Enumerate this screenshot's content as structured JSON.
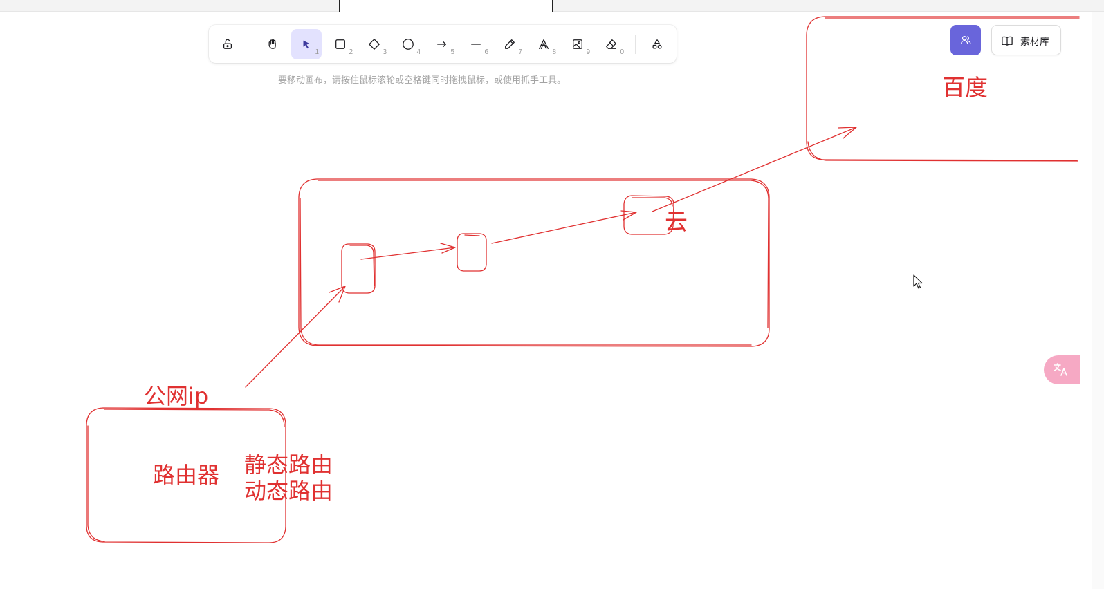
{
  "toolbar": {
    "tools": [
      {
        "name": "lock",
        "key": ""
      },
      {
        "name": "hand",
        "key": ""
      },
      {
        "name": "selection",
        "key": "1",
        "active": true
      },
      {
        "name": "rectangle",
        "key": "2"
      },
      {
        "name": "diamond",
        "key": "3"
      },
      {
        "name": "ellipse",
        "key": "4"
      },
      {
        "name": "arrow",
        "key": "5"
      },
      {
        "name": "line",
        "key": "6"
      },
      {
        "name": "draw",
        "key": "7"
      },
      {
        "name": "text",
        "key": "8"
      },
      {
        "name": "image",
        "key": "9"
      },
      {
        "name": "eraser",
        "key": "0"
      },
      {
        "name": "extra-tools",
        "key": ""
      }
    ],
    "hint": "要移动画布，请按住鼠标滚轮或空格键同时拖拽鼠标，或使用抓手工具。"
  },
  "header_right": {
    "collab_icon": "users-icon",
    "library_label": "素材库",
    "library_icon": "book-icon"
  },
  "canvas": {
    "stroke_color": "#e03131",
    "labels": {
      "cloud": "云",
      "baidu": "百度",
      "public_ip": "公网ip",
      "router": "路由器",
      "static_routing": "静态路由",
      "dynamic_routing": "动态路由"
    }
  },
  "floating": {
    "translate_icon": "translate-icon"
  },
  "colors": {
    "accent": "#6965db",
    "accent_light": "#e3e2fe",
    "drawing": "#e03131",
    "translate_bg": "#f6a9c4"
  }
}
